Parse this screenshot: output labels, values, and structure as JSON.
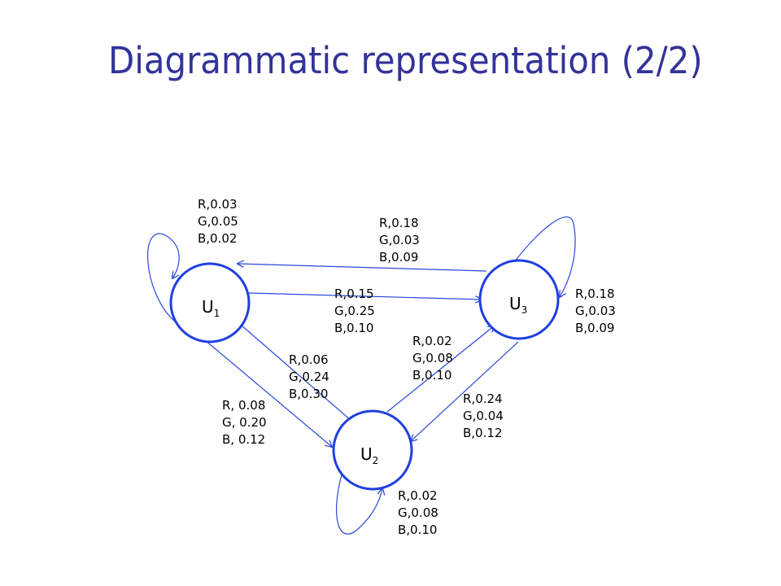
{
  "title": "Diagrammatic representation (2/2)",
  "colors": {
    "title": "#33339a",
    "node_stroke": "#1f3fe0",
    "edge": "#2a49d9"
  },
  "nodes": {
    "u1": {
      "label": "U",
      "sub": "1"
    },
    "u2": {
      "label": "U",
      "sub": "2"
    },
    "u3": {
      "label": "U",
      "sub": "3"
    }
  },
  "edges": {
    "u1_self": [
      "R,0.03",
      "G,0.05",
      "B,0.02"
    ],
    "u3_to_u1": [
      "R,0.18",
      "G,0.03",
      "B,0.09"
    ],
    "u1_to_u3": [
      "R,0.15",
      "G,0.25",
      "B,0.10"
    ],
    "u3_self": [
      "R,0.18",
      "G,0.03",
      "B,0.09"
    ],
    "u2_to_u3": [
      "R,0.02",
      "G,0.08",
      "B,0.10"
    ],
    "u2_to_u1": [
      "R,0.06",
      "G,0.24",
      "B,0.30"
    ],
    "u1_to_u2": [
      "R, 0.08",
      "G, 0.20",
      "B, 0.12"
    ],
    "u3_to_u2": [
      "R,0.24",
      "G,0.04",
      "B,0.12"
    ],
    "u2_self": [
      "R,0.02",
      "G,0.08",
      "B,0.10"
    ]
  }
}
